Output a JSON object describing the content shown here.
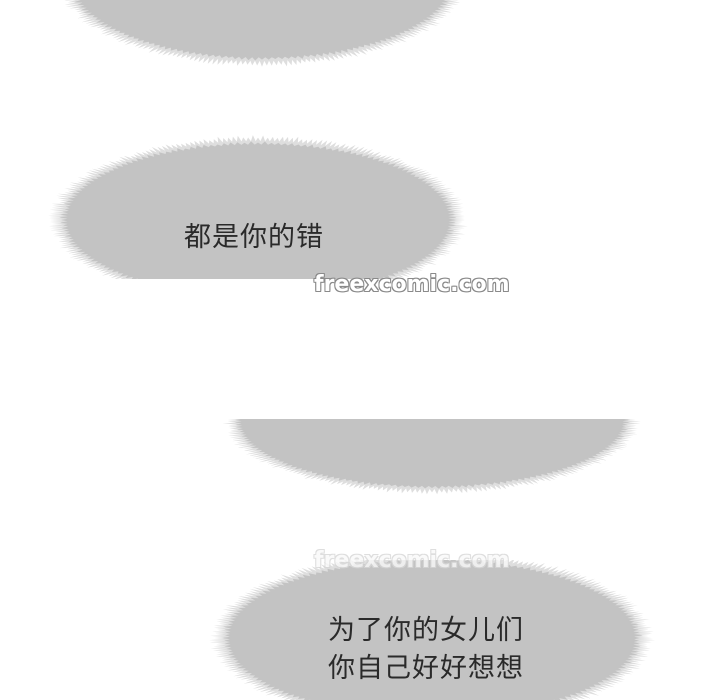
{
  "panels": {
    "dialogue_1": "都是你的错",
    "dialogue_2": {
      "line_1": "为了你的女儿们",
      "line_2": "你自己好好想想"
    }
  },
  "watermarks": {
    "first": "freexcomic.com",
    "second": "freexcomic.com"
  },
  "colors": {
    "bubble_fill": "#c3c3c3",
    "text": "#2a2a2a",
    "background": "#ffffff"
  }
}
